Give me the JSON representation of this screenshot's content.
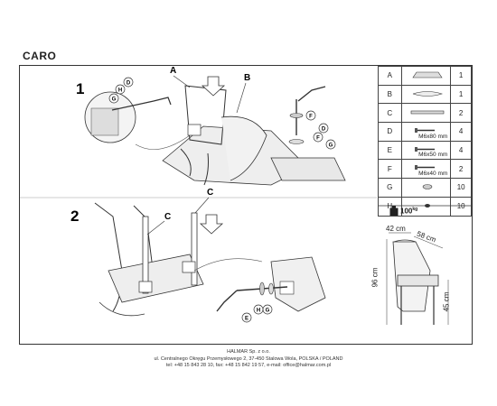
{
  "title": "CARO",
  "steps": [
    "1",
    "2"
  ],
  "step1": {
    "labels": [
      "A",
      "B"
    ],
    "callouts": [
      "D",
      "H",
      "G",
      "F",
      "D",
      "F",
      "G"
    ]
  },
  "step2": {
    "labels": [
      "C",
      "C"
    ],
    "callouts": [
      "G",
      "H",
      "E"
    ]
  },
  "parts": [
    {
      "letter": "A",
      "size": "",
      "qty": "1"
    },
    {
      "letter": "B",
      "size": "",
      "qty": "1"
    },
    {
      "letter": "C",
      "size": "",
      "qty": "2"
    },
    {
      "letter": "D",
      "size": "M6x80 mm",
      "qty": "4"
    },
    {
      "letter": "E",
      "size": "M6x50 mm",
      "qty": "4"
    },
    {
      "letter": "F",
      "size": "M6x40 mm",
      "qty": "2"
    },
    {
      "letter": "G",
      "size": "",
      "qty": "10"
    },
    {
      "letter": "H",
      "size": "",
      "qty": "10"
    }
  ],
  "weight_limit": "100",
  "weight_unit": "kg",
  "dimensions": {
    "width": "42 cm",
    "depth": "58 cm",
    "height": "96 cm",
    "seat_height": "45 cm"
  },
  "footer": {
    "company": "HALMAR Sp. z o.o.",
    "address": "ul. Centralnego Okręgu Przemysłowego 2, 37-450 Stalowa Wola, POLSKA / POLAND",
    "contact": "tel: +48 15 843 28 10, fax: +48 15 842 19 57, e-mail: office@halmar.com.pl"
  },
  "colors": {
    "line": "#333333",
    "fill": "#e6e6e6",
    "frame": "#333333"
  }
}
